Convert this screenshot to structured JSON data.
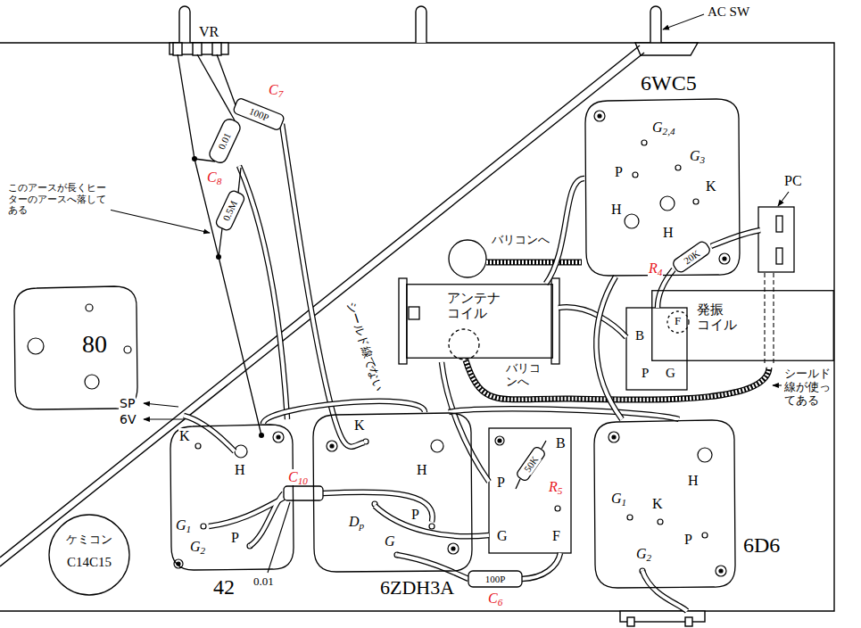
{
  "diagram": {
    "nodes": [
      {
        "text": [
          "6WC5"
        ]
      },
      {
        "text": [
          "アンテナ コイル"
        ]
      },
      {
        "text": [
          "発振 コイル"
        ]
      },
      {
        "text": [
          "80"
        ]
      },
      {
        "text": [
          "42"
        ]
      },
      {
        "text": [
          "6ZDH3A"
        ]
      },
      {
        "text": [
          "6D6"
        ]
      },
      {
        "text": [
          "ケミコン",
          "C14C15"
        ]
      }
    ],
    "edges": [
      {
        "from": 4,
        "to": 5,
        "arrow": "none"
      },
      {
        "from": 5,
        "to": 6,
        "arrow": "none"
      },
      {
        "from": 6,
        "to": 0,
        "arrow": "none"
      },
      {
        "from": 1,
        "to": 0,
        "arrow": "none"
      }
    ],
    "labels": [
      "VR",
      "AC SW",
      "C7",
      "100P",
      "0.01",
      "C8",
      "0.5M",
      "このアースが長くヒー ターのアースへ落して ある",
      "バリコンへ",
      "G2,4",
      "G3",
      "P",
      "K",
      "H",
      "H",
      "20K",
      "R4",
      "PC",
      "シールド線でない",
      "B",
      "F",
      "P",
      "G",
      "バリコ ンへ",
      "シールド 線が使っ てある",
      "SP",
      "6V",
      "K",
      "H",
      "C10",
      "K",
      "H",
      "B",
      "P",
      "50K",
      "R5",
      "H",
      "G1",
      "P",
      "G2",
      "Dp",
      "P",
      "G",
      "G",
      "F",
      "G1",
      "K",
      "0.01",
      "100P",
      "C6",
      "G2",
      "P"
    ]
  }
}
